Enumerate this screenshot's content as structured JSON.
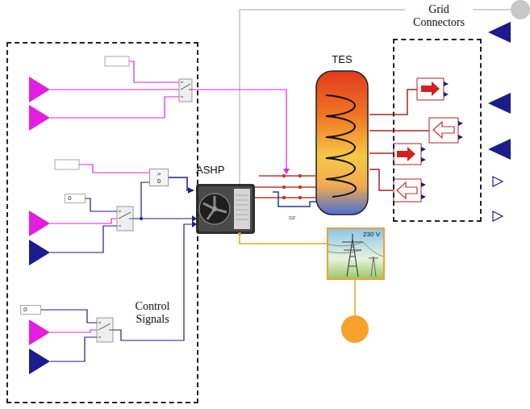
{
  "diagram": {
    "nodes": [
      {
        "text": [
          "Control Signals"
        ]
      },
      {
        "text": [
          "> 0"
        ],
        "in": 0
      },
      {
        "text": [
          "0"
        ],
        "in": 0
      },
      {
        "text": [
          "0"
        ],
        "in": 0
      },
      {
        "text": [
          "ASHP"
        ]
      },
      {
        "text": [
          "TES"
        ]
      },
      {
        "text": [
          "Grid Connectors"
        ]
      },
      {
        "text": [
          "230 V"
        ]
      }
    ],
    "edges": [
      {
        "from": 1,
        "to": 4,
        "arrow": "to"
      },
      {
        "from": 4,
        "to": 5,
        "arrow": "none"
      },
      {
        "from": 5,
        "to": 6,
        "arrow": "none"
      },
      {
        "from": 5,
        "to": 6,
        "arrow": "none"
      },
      {
        "from": 5,
        "to": 6,
        "arrow": "none"
      },
      {
        "from": 5,
        "to": 6,
        "arrow": "none"
      },
      {
        "from": 4,
        "to": 7,
        "arrow": "none"
      }
    ],
    "labels": [
      "DZ"
    ]
  }
}
